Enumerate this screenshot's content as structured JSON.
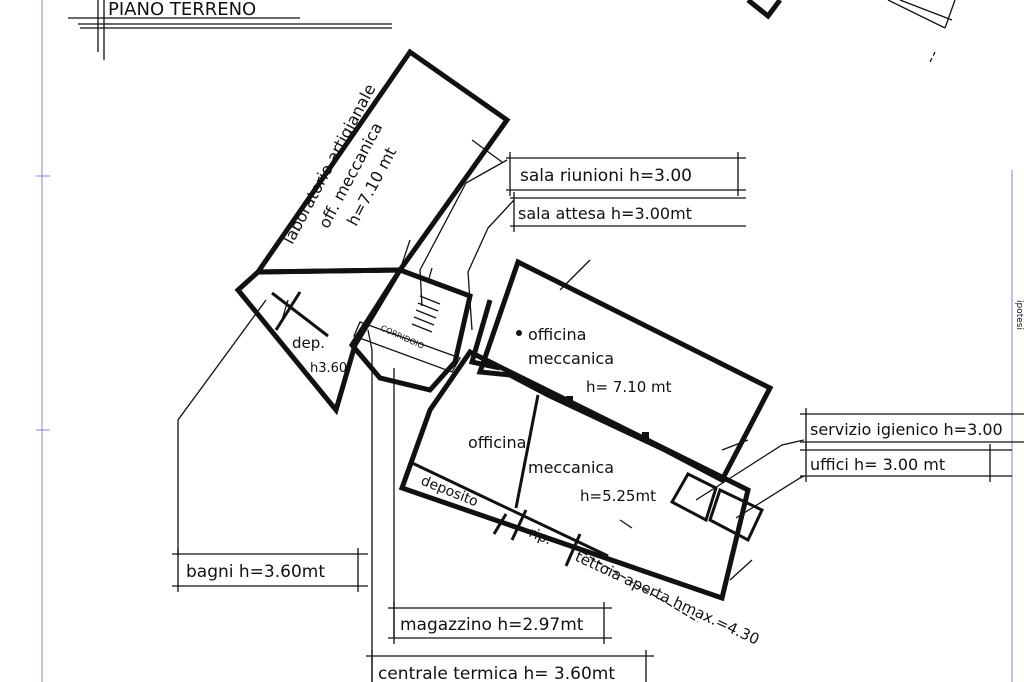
{
  "title": "PIANO   TERRENO",
  "rooms": {
    "laboratorio_1": "laboratorio artigianale",
    "laboratorio_2": "off. meccanica",
    "laboratorio_3": "h=7.10 mt",
    "dep_1": "dep.",
    "dep_2": "h3.60",
    "corridoio": "CORRIDOIO",
    "officina_a_1": "officina",
    "officina_a_2": "meccanica",
    "officina_a_3": "h= 7.10 mt",
    "officina_b_1": "officina",
    "officina_b_2": "meccanica",
    "officina_b_3": "h=5.25mt",
    "deposito": "deposito",
    "rip": "rip.",
    "tettoia": "tettoia aperta hmax.=4.30"
  },
  "callouts": {
    "sala_riunioni": "sala  riunioni  h=3.00",
    "sala_attesa": "sala attesa h=3.00mt",
    "servizio_igienico": "servizio igienico h=3.00",
    "uffici": "uffici    h= 3.00 mt",
    "bagni": "bagni   h=3.60mt",
    "magazzino": "magazzino  h=2.97mt",
    "centrale_termica": "centrale termica  h= 3.60mt"
  },
  "margin_note": "ipotesi"
}
